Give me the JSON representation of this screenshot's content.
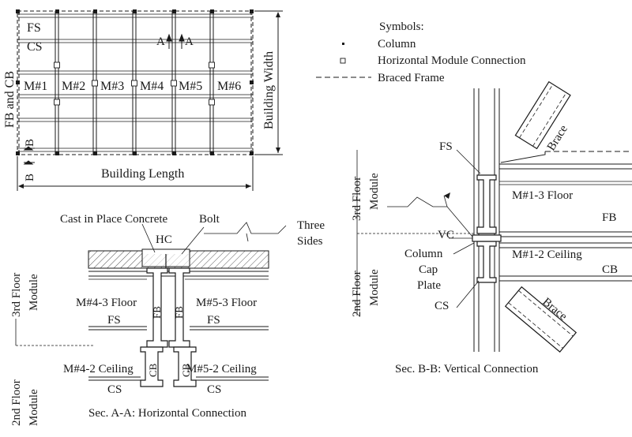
{
  "plan": {
    "fs": "FS",
    "cs": "CS",
    "modules": [
      "M#1",
      "M#2",
      "M#3",
      "M#4",
      "M#5",
      "M#6"
    ],
    "section_a_left": "A",
    "section_a_right": "A",
    "section_b_top": "B",
    "section_b_bottom": "B",
    "fb_cb": "FB and CB",
    "building_length": "Building Length",
    "building_width": "Building Width"
  },
  "legend": {
    "title": "Symbols:",
    "column": "Column",
    "horizontal_connection": "Horizontal Module Connection",
    "braced_frame": "Braced Frame"
  },
  "section_a": {
    "cast_in_place": "Cast in Place Concrete",
    "bolt": "Bolt",
    "hc": "HC",
    "three": "Three",
    "sides": "Sides",
    "third_floor": "3rd Floor",
    "second_floor": "2nd Floor",
    "module": "Module",
    "m4_3floor": "M#4-3 Floor",
    "m5_3floor": "M#5-3 Floor",
    "fs": "FS",
    "fb": "FB",
    "m4_2ceiling": "M#4-2 Ceiling",
    "m5_2ceiling": "M#5-2 Ceiling",
    "cs": "CS",
    "cb": "CB",
    "caption": "Sec. A-A: Horizontal Connection"
  },
  "section_b": {
    "fs": "FS",
    "brace": "Brace",
    "third_floor": "3rd Floor",
    "second_floor": "2nd Floor",
    "module": "Module",
    "m1_3floor": "M#1-3 Floor",
    "fb": "FB",
    "vc": "VC",
    "column": "Column",
    "cap": "Cap",
    "plate": "Plate",
    "m1_2ceiling": "M#1-2 Ceiling",
    "cb": "CB",
    "cs": "CS",
    "caption": "Sec. B-B: Vertical Connection"
  }
}
